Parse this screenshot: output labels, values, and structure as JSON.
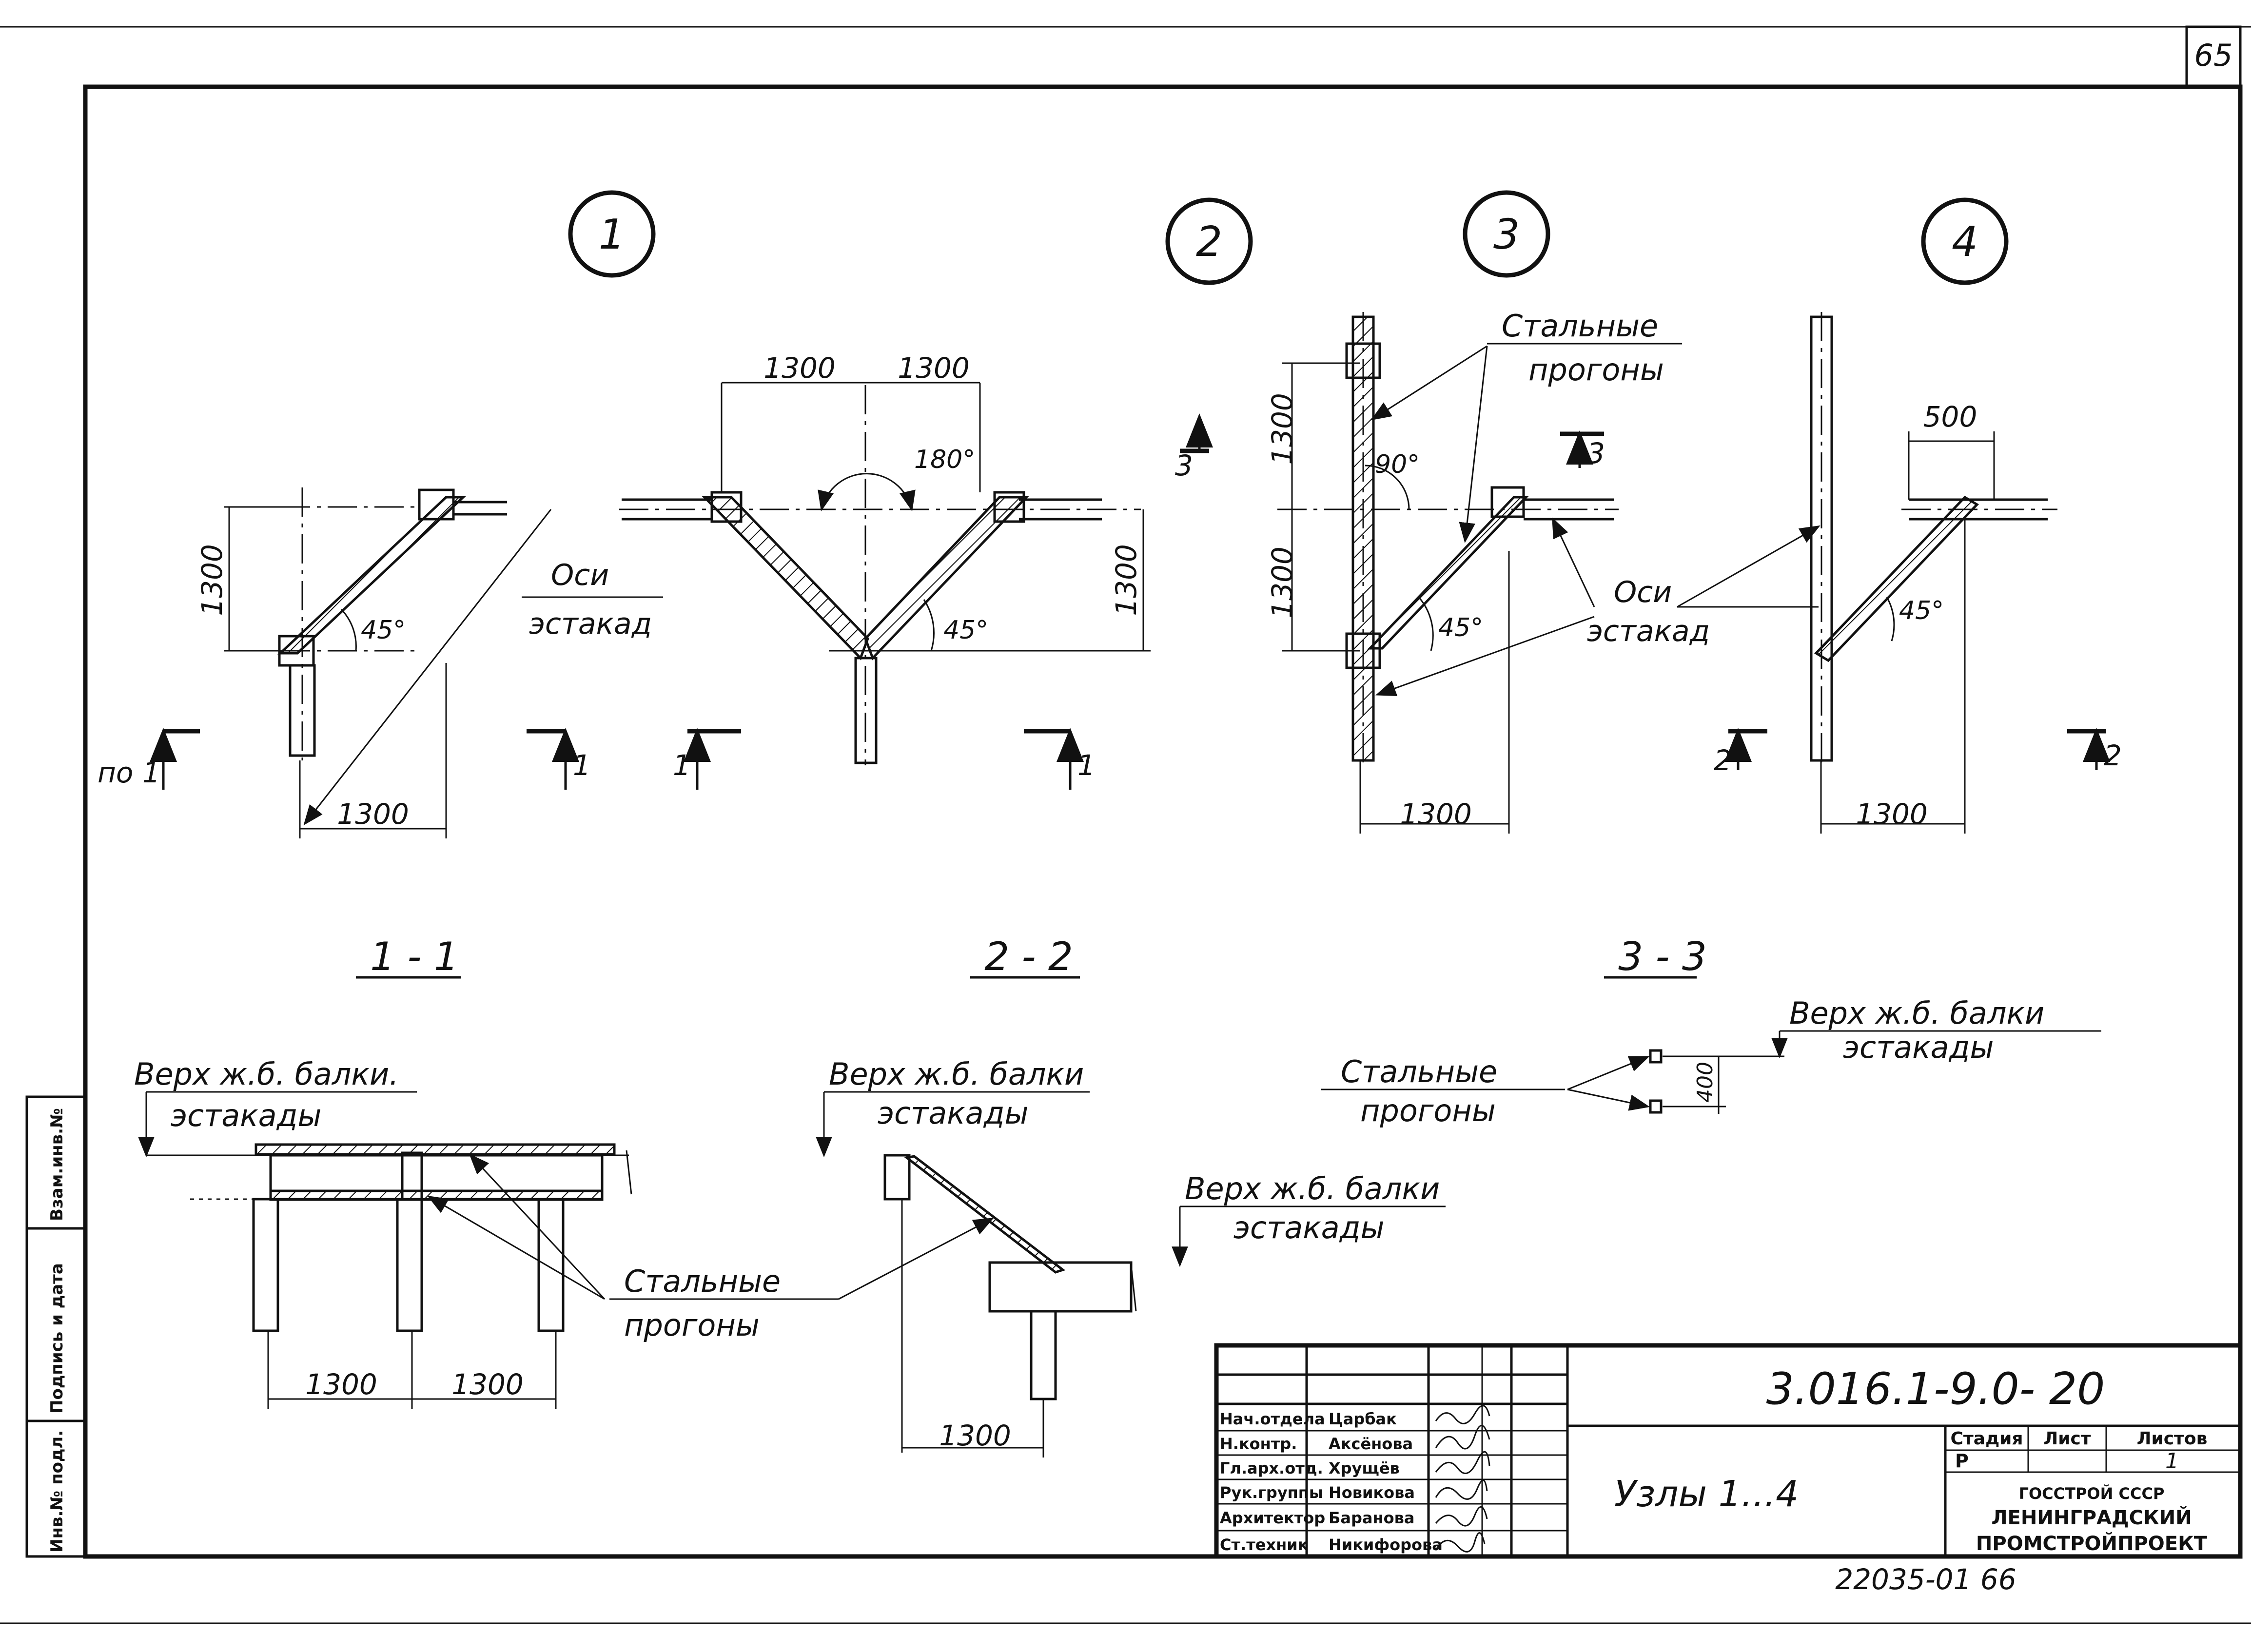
{
  "page_number": "65",
  "nodes": [
    {
      "label": "1"
    },
    {
      "label": "2"
    },
    {
      "label": "3"
    },
    {
      "label": "4"
    }
  ],
  "dims": {
    "d1300": "1300",
    "d500": "500",
    "d400": "400",
    "a45": "45°",
    "a90": "90°",
    "a180": "180°"
  },
  "labels": {
    "axes_top": "Оси",
    "axes_bottom": "эстакад",
    "purlins_top": "Стальные",
    "purlins_bottom": "прогоны",
    "beam_top": "Верх ж.б. балки",
    "beam_top_alt": "Верх ж.б. балки.",
    "beam_bottom": "эстакады"
  },
  "section_marks": {
    "po1": "по 1",
    "s1": "1",
    "s2": "2",
    "s3": "3"
  },
  "sections": [
    {
      "title": "1 - 1"
    },
    {
      "title": "2 - 2"
    },
    {
      "title": "3 - 3"
    }
  ],
  "side_stamp": [
    "Инв.№ подл.",
    "Подпись и дата",
    "Взам.инв.№"
  ],
  "title_block": {
    "code": "3.016.1-9.0- 20",
    "name": "Узлы 1...4",
    "stage_header": "Стадия",
    "sheet_header": "Лист",
    "sheets_header": "Листов",
    "stage": "Р",
    "sheets": "1",
    "org1": "ГОССТРОЙ СССР",
    "org2": "ЛЕНИНГРАДСКИЙ",
    "org3": "ПРОМСТРОЙПРОЕКТ",
    "staff": [
      {
        "role": "Нач.отдела",
        "name": "Царбак"
      },
      {
        "role": "Н.контр.",
        "name": "Аксёнова"
      },
      {
        "role": "Гл.арх.отд.",
        "name": "Хрущёв"
      },
      {
        "role": "Рук.группы",
        "name": "Новикова"
      },
      {
        "role": "Архитектор",
        "name": "Баранова"
      },
      {
        "role": "Ст.техник",
        "name": "Никифорова"
      }
    ]
  },
  "bottom_number": "22035-01 66"
}
